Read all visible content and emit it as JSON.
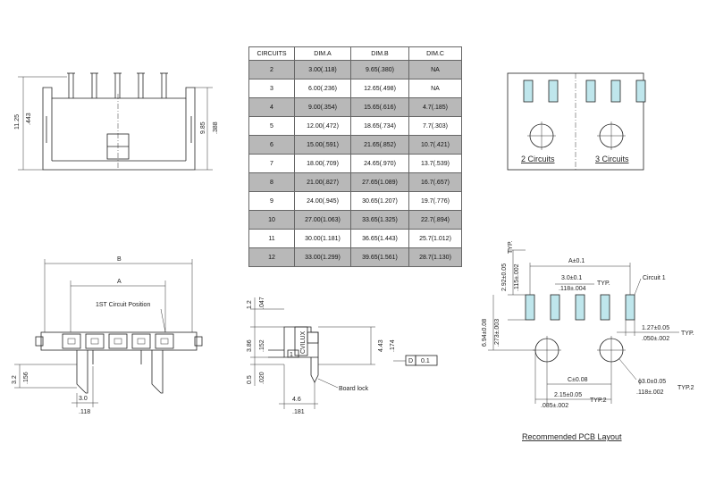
{
  "table": {
    "headers": [
      "CIRCUITS",
      "DIM.A",
      "DIM.B",
      "DIM.C"
    ],
    "rows": [
      [
        "2",
        "3.00(.118)",
        "9.65(.380)",
        "NA"
      ],
      [
        "3",
        "6.00(.236)",
        "12.65(.498)",
        "NA"
      ],
      [
        "4",
        "9.00(.354)",
        "15.65(.616)",
        "4.7(.185)"
      ],
      [
        "5",
        "12.00(.472)",
        "18.65(.734)",
        "7.7(.303)"
      ],
      [
        "6",
        "15.00(.591)",
        "21.65(.852)",
        "10.7(.421)"
      ],
      [
        "7",
        "18.00(.709)",
        "24.65(.970)",
        "13.7(.539)"
      ],
      [
        "8",
        "21.00(.827)",
        "27.65(1.089)",
        "16.7(.657)"
      ],
      [
        "9",
        "24.00(.945)",
        "30.65(1.207)",
        "19.7(.776)"
      ],
      [
        "10",
        "27.00(1.063)",
        "33.65(1.325)",
        "22.7(.894)"
      ],
      [
        "11",
        "30.00(1.181)",
        "36.65(1.443)",
        "25.7(1.012)"
      ],
      [
        "12",
        "33.00(1.299)",
        "39.65(1.561)",
        "28.7(1.130)"
      ]
    ]
  },
  "front_view": {
    "height_mm": "11.25",
    "height_in": ".443",
    "body_mm": "9.85",
    "body_in": ".388"
  },
  "bottom_view": {
    "dim_b": "B",
    "dim_a": "A",
    "first_circuit": "1ST Circuit Position",
    "pitch_mm": "3.0",
    "pitch_in": ".118",
    "standoff_mm": "3.2",
    "standoff_in": ".156"
  },
  "side_view": {
    "top_mm": "1.2",
    "top_in": ".047",
    "mid_mm": "3.86",
    "mid_in": ".152",
    "lock_mm": "0.5",
    "lock_in": ".020",
    "height_mm": "4.43",
    "height_in": ".174",
    "width_mm": "4.6",
    "width_in": ".181",
    "brand": "CVILUX",
    "pin_mark": "1",
    "board_lock": "Board lock",
    "datum": "D",
    "tolerance": "0.1"
  },
  "circuits_view": {
    "two": "2 Circuits",
    "three": "3 Circuits"
  },
  "pcb_layout": {
    "title": "Recommended PCB Layout",
    "dim_a": "A±0.1",
    "pitch_mm": "3.0±0.1",
    "pitch_in": ".118±.004",
    "typ": "TYP.",
    "circuit1": "Circuit 1",
    "top_mm": "2.92±0.05",
    "top_in": ".115±.002",
    "height_mm": "6.94±0.08",
    "height_in": ".273±.003",
    "pad_mm": "1.27±0.05",
    "pad_in": ".050±.002",
    "dim_c": "C±0.08",
    "hole_mm": "2.15±0.05",
    "hole_in": ".085±.002",
    "typ2": "TYP.2",
    "dia_mm": "ϕ3.0±0.05",
    "dia_in": ".118±.002"
  }
}
